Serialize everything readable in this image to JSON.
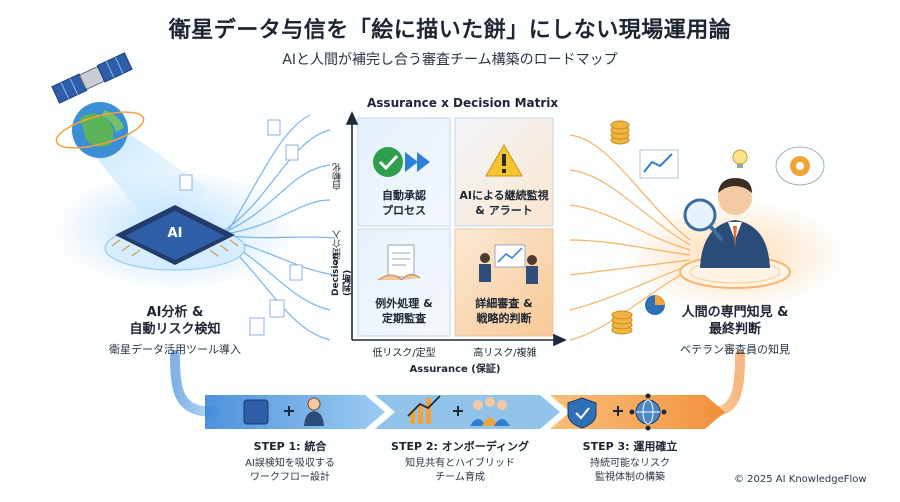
{
  "header": {
    "title": "衛星データ与信を「絵に描いた餅」にしない現場運用論",
    "subtitle": "AIと人間が補完し合う審査チーム構築のロードマップ"
  },
  "left_panel": {
    "chip_label": "AI",
    "title_line1": "AI分析 &",
    "title_line2": "自動リスク検知",
    "description": "衛星データ活用ツール導入"
  },
  "matrix": {
    "title": "Assurance x Decision Matrix",
    "y_axis_label": "Decision (判断)",
    "y_axis_top": "自動化",
    "y_axis_bottom": "人間介入",
    "x_axis_label": "Assurance (保証)",
    "x_axis_left": "低リスク/定型",
    "x_axis_right": "高リスク/複雑",
    "quadrants": [
      {
        "line1": "自動承認",
        "line2": "プロセス"
      },
      {
        "line1": "AIによる継続監視",
        "line2": "& アラート"
      },
      {
        "line1": "例外処理 &",
        "line2": "定期監査"
      },
      {
        "line1": "詳細審査 &",
        "line2": "戦略的判断"
      }
    ]
  },
  "right_panel": {
    "title_line1": "人間の専門知見 &",
    "title_line2": "最終判断",
    "description": "ベテラン審査員の知見"
  },
  "steps": [
    {
      "title": "STEP 1: 統合",
      "desc_line1": "AI誤検知を吸収する",
      "desc_line2": "ワークフロー設計"
    },
    {
      "title": "STEP 2: オンボーディング",
      "desc_line1": "知見共有とハイブリッド",
      "desc_line2": "チーム育成"
    },
    {
      "title": "STEP 3: 運用確立",
      "desc_line1": "持続可能なリスク",
      "desc_line2": "監視体制の構築"
    }
  ],
  "footer": {
    "copyright": "© 2025 AI KnowledgeFlow"
  },
  "colors": {
    "accent_blue": "#2f7fd6",
    "accent_orange": "#f39a3c",
    "check_green": "#2e9e4f",
    "warning_yellow": "#f7c531"
  }
}
